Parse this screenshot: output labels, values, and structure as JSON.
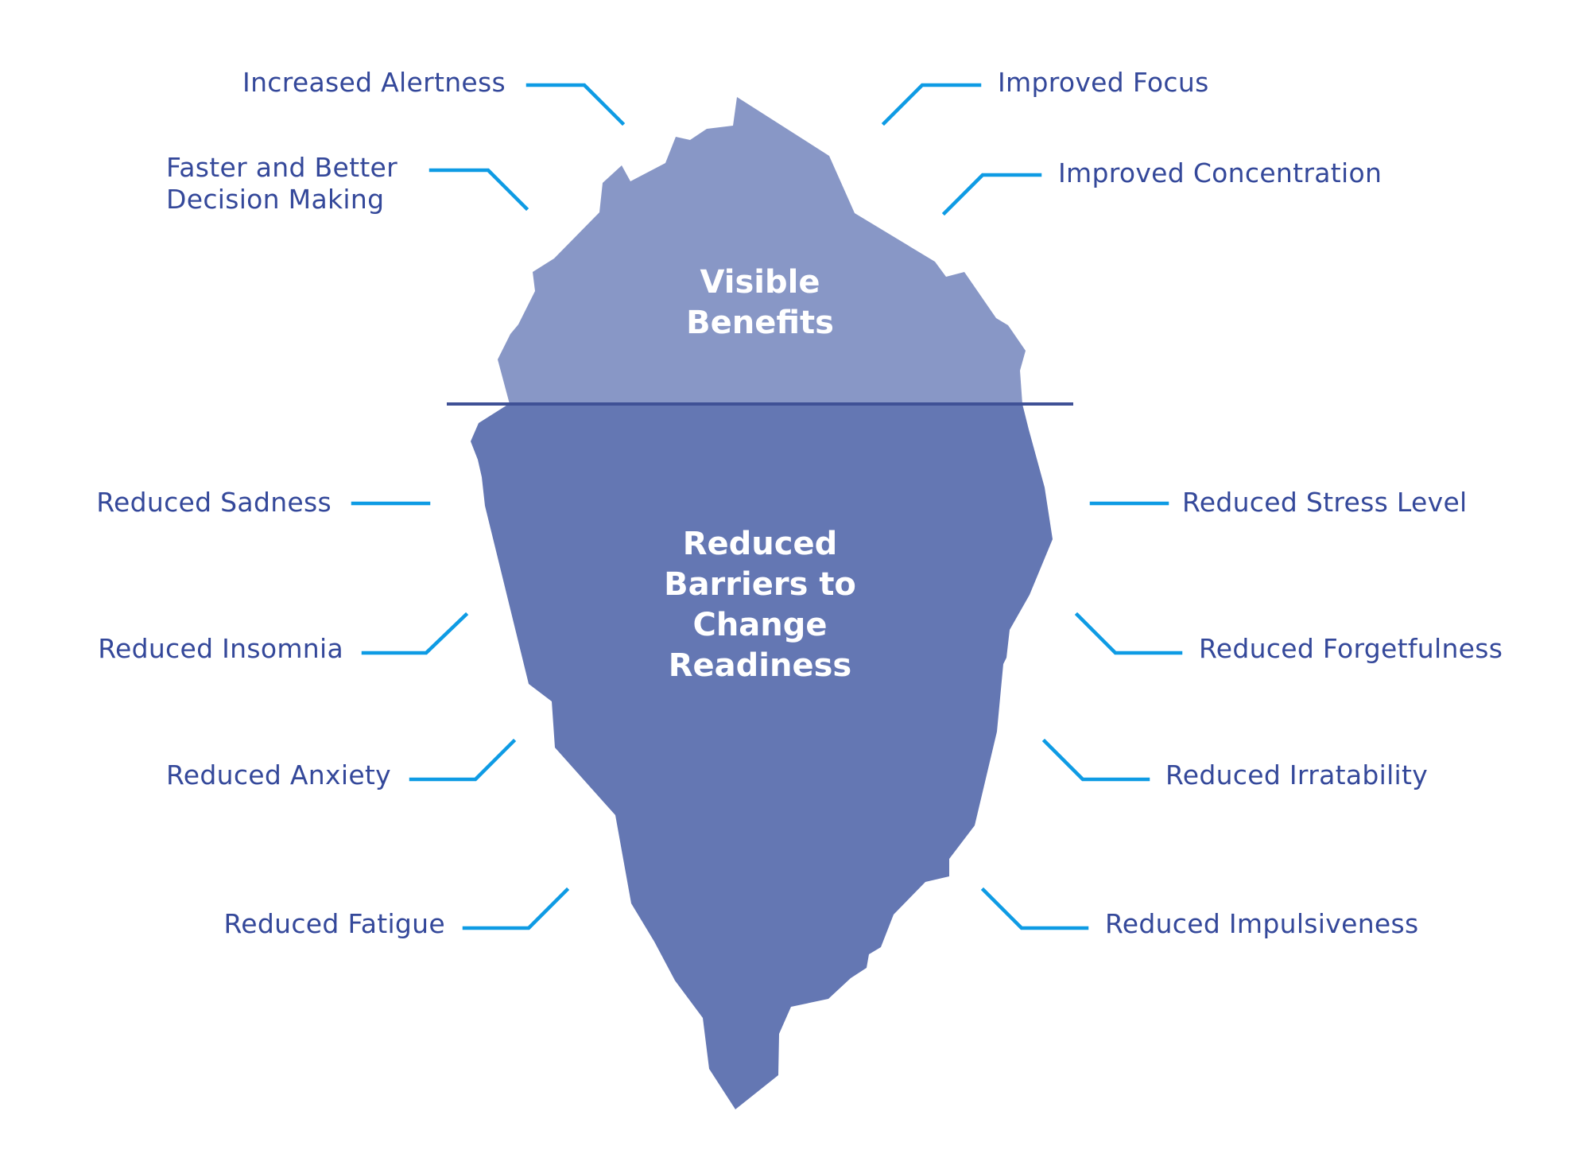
{
  "colors": {
    "above_water": "#8897c6",
    "below_water": "#6477b3",
    "waterline": "#3f5196",
    "connector": "#0e9be4",
    "label_text": "#34489a",
    "title_text": "#ffffff"
  },
  "titles": {
    "visible": "Visible\nBenefits",
    "hidden": "Reduced\nBarriers to\nChange\nReadiness"
  },
  "labels": {
    "increased_alertness": "Increased Alertness",
    "faster_decision_making": "Faster and Better\nDecision Making",
    "improved_focus": "Improved Focus",
    "improved_concentration": "Improved Concentration",
    "reduced_sadness": "Reduced Sadness",
    "reduced_insomnia": "Reduced Insomnia",
    "reduced_anxiety": "Reduced Anxiety",
    "reduced_fatigue": "Reduced Fatigue",
    "reduced_stress_level": "Reduced Stress Level",
    "reduced_forgetfulness": "Reduced Forgetfulness",
    "reduced_irratability": "Reduced Irratability",
    "reduced_impulsiveness": "Reduced Impulsiveness"
  }
}
